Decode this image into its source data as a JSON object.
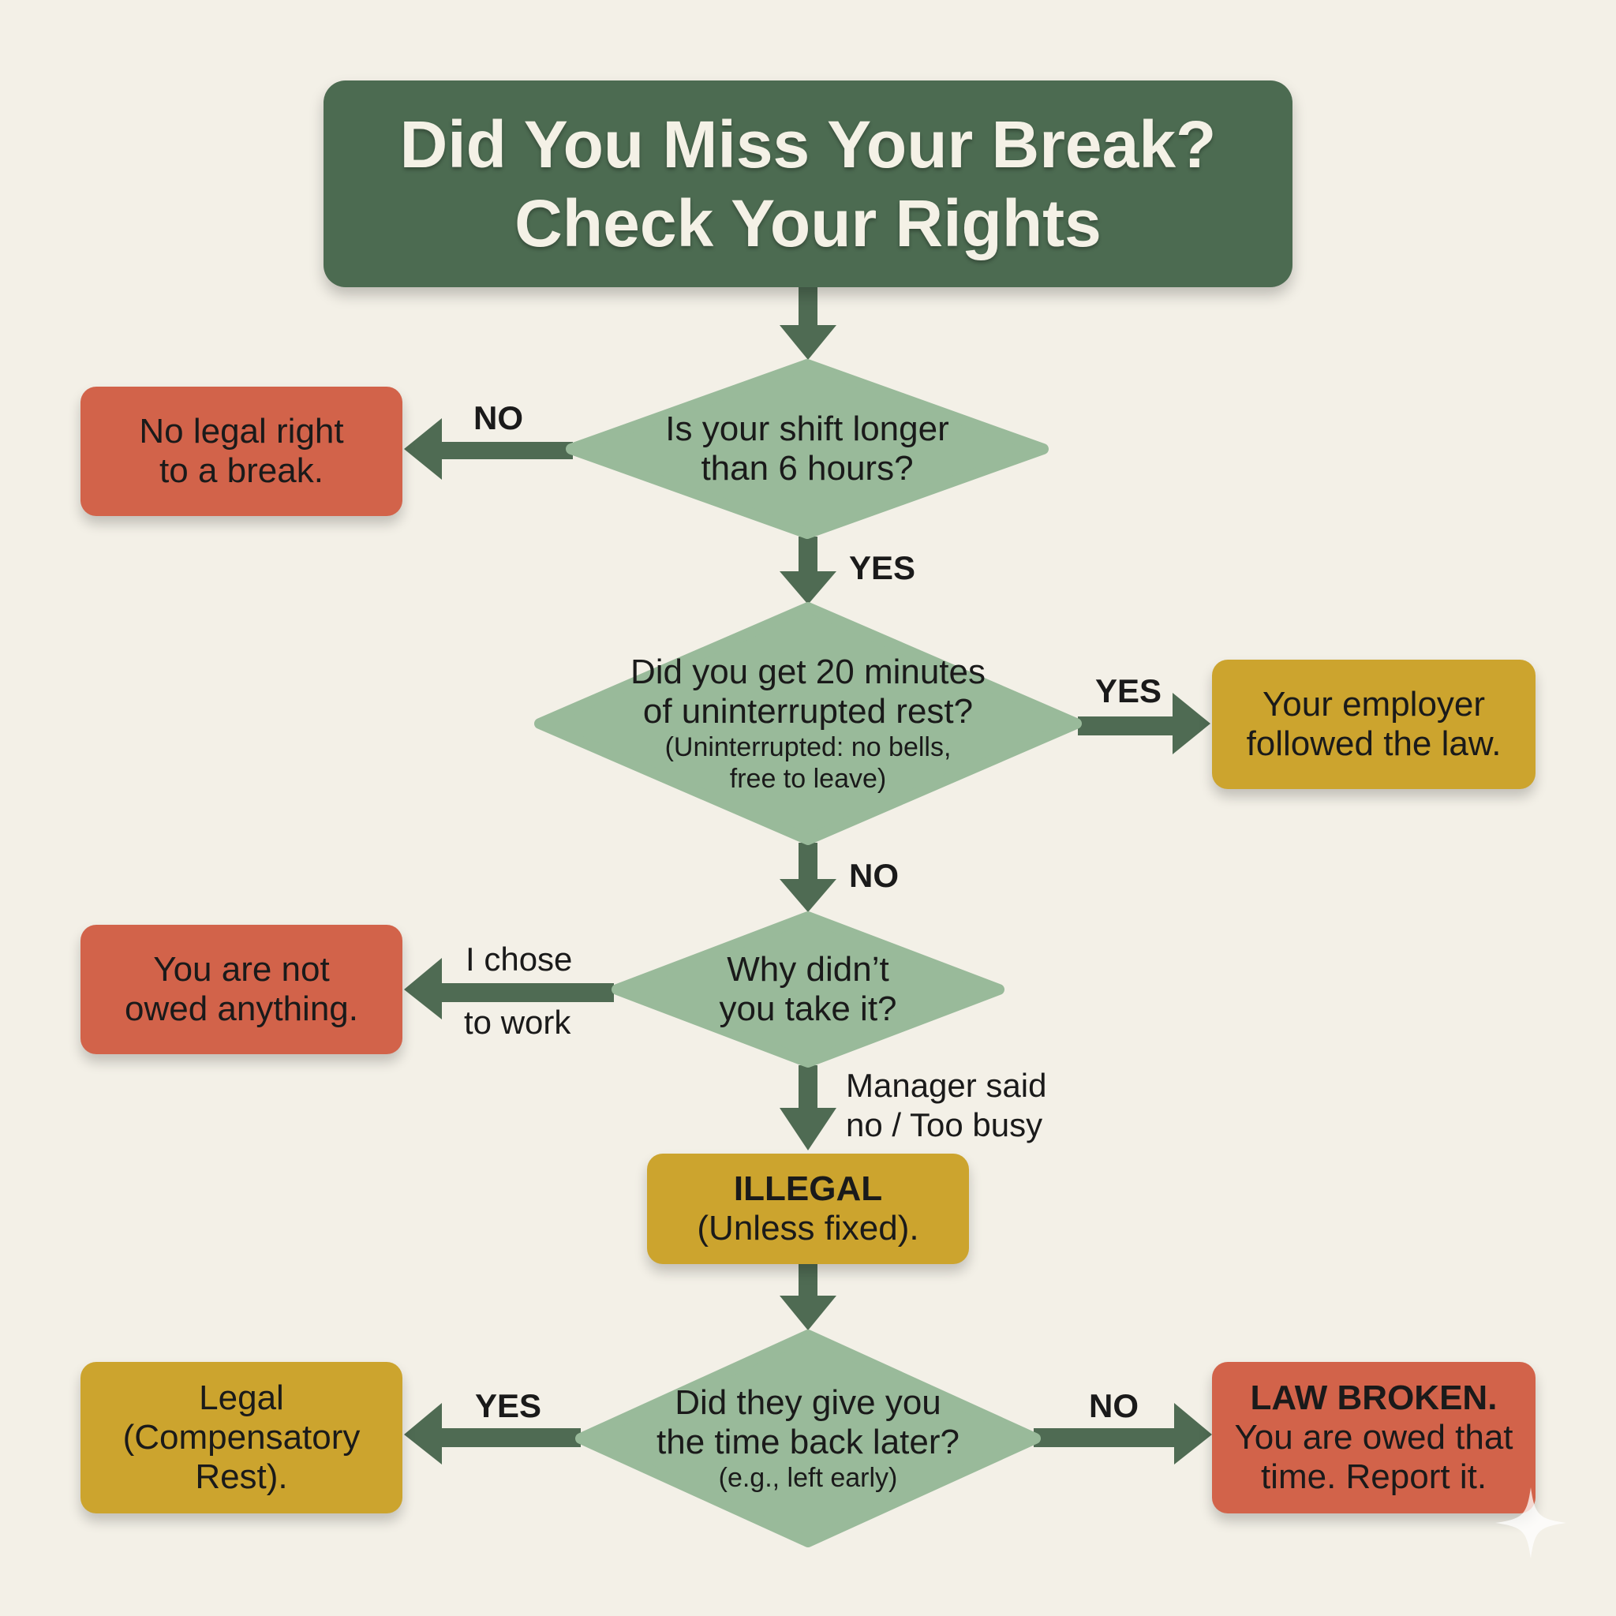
{
  "title": {
    "line1": "Did You Miss Your Break?",
    "line2": "Check Your Rights"
  },
  "colors": {
    "background": "#f3f0e7",
    "title_green": "#4c6b51",
    "decision_green": "#99ba9a",
    "arrow_green": "#4f6b53",
    "outcome_red": "#d2634a",
    "outcome_gold": "#cca42e"
  },
  "decisions": [
    {
      "id": "q1",
      "lines": [
        "Is your shift longer",
        "than 6 hours?"
      ],
      "note": []
    },
    {
      "id": "q2",
      "lines": [
        "Did you get 20 minutes",
        "of uninterrupted rest?"
      ],
      "note": [
        "(Uninterrupted: no bells,",
        "free to leave)"
      ]
    },
    {
      "id": "q3",
      "lines": [
        "Why didn’t",
        "you take it?"
      ],
      "note": []
    },
    {
      "id": "q4",
      "lines": [
        "Did they give you",
        "the time back later?"
      ],
      "note": [
        "(e.g., left early)"
      ]
    }
  ],
  "outcomes": [
    {
      "id": "o1",
      "color": "red",
      "bold": "",
      "lines": [
        "No legal right",
        "to a break."
      ]
    },
    {
      "id": "o2",
      "color": "gold",
      "bold": "",
      "lines": [
        "Your employer",
        "followed the law."
      ]
    },
    {
      "id": "o3",
      "color": "red",
      "bold": "",
      "lines": [
        "You are not",
        "owed anything."
      ]
    },
    {
      "id": "o4",
      "color": "gold",
      "bold": "ILLEGAL",
      "lines": [
        "(Unless fixed)."
      ]
    },
    {
      "id": "o5",
      "color": "gold",
      "bold": "",
      "lines": [
        "Legal",
        "(Compensatory",
        "Rest)."
      ]
    },
    {
      "id": "o6",
      "color": "red",
      "bold": "LAW BROKEN.",
      "lines": [
        "You are owed that",
        "time. Report it."
      ]
    }
  ],
  "edge_labels": {
    "q1_no": "NO",
    "q1_yes": "YES",
    "q2_yes": "YES",
    "q2_no": "NO",
    "q3_chose_1": "I chose",
    "q3_chose_2": "to work",
    "q3_manager_1": "Manager said",
    "q3_manager_2": "no / Too busy",
    "q4_yes": "YES",
    "q4_no": "NO"
  },
  "decoration": {
    "corner_icon": "sparkle-icon"
  }
}
